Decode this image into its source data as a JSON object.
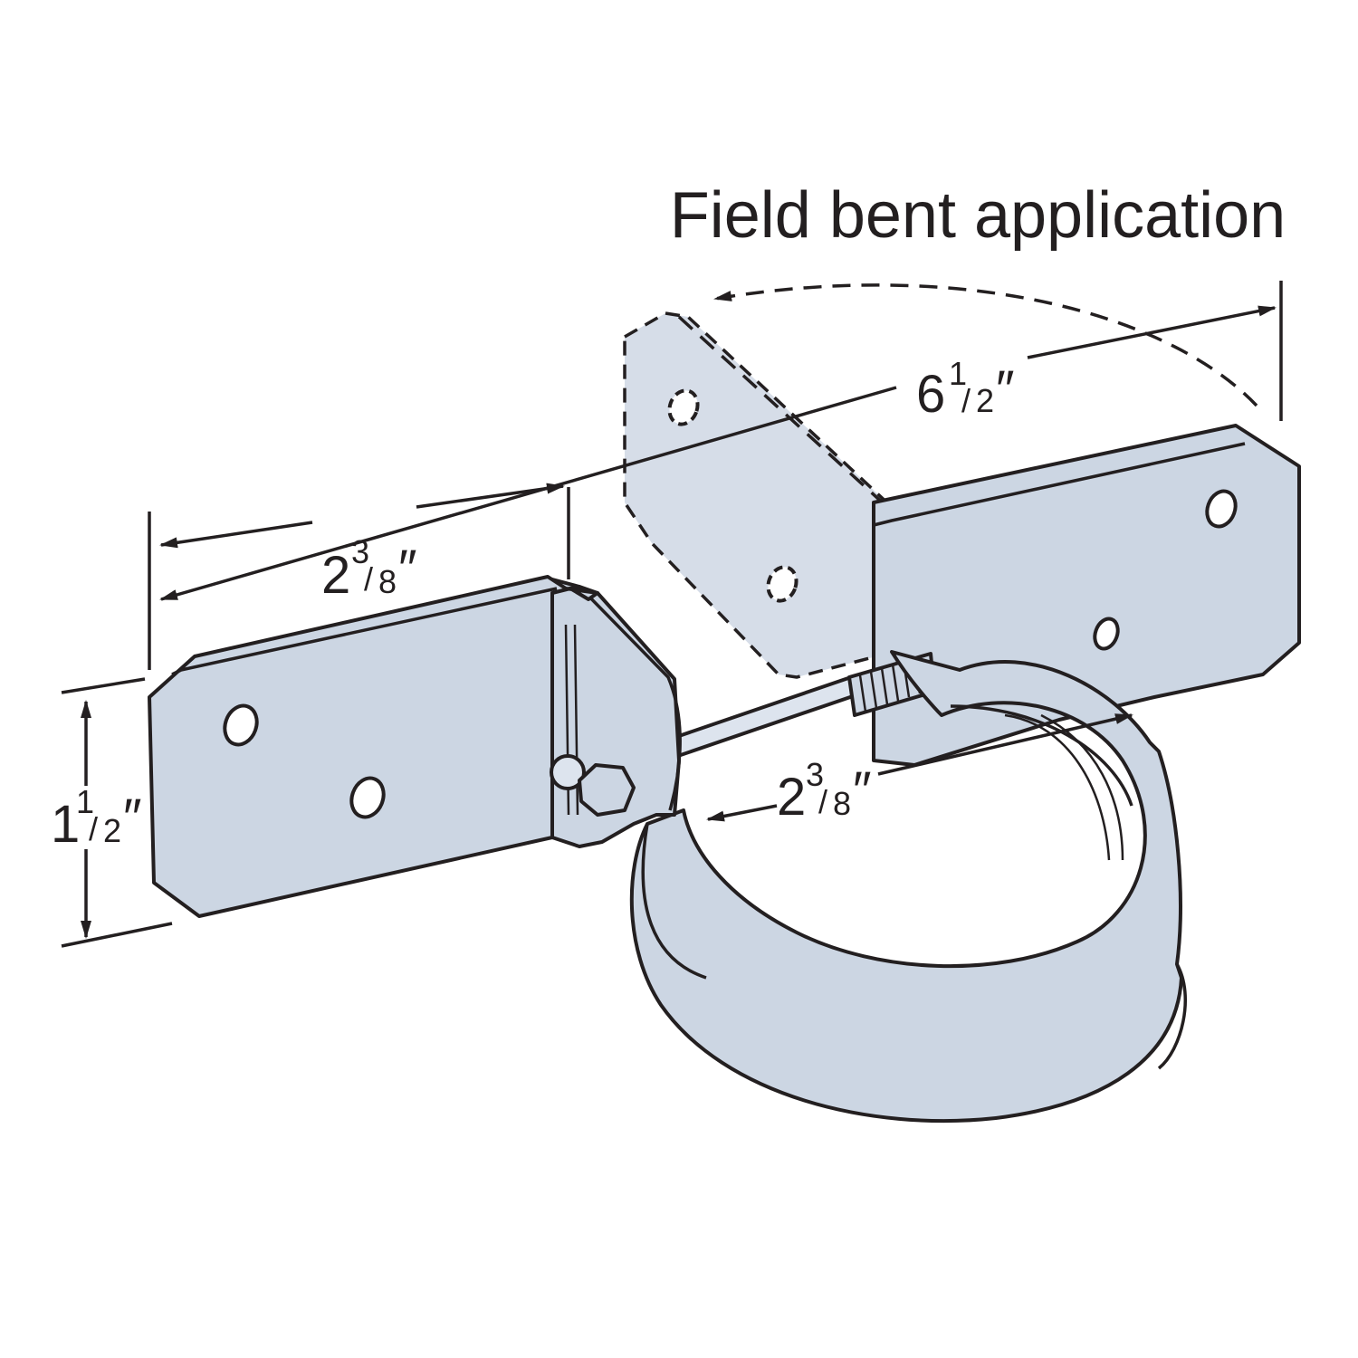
{
  "diagram": {
    "title": "Field bent application",
    "dimensions": {
      "overall_length": {
        "whole": "6",
        "num": "1",
        "den": "2",
        "unit": "″"
      },
      "flange_length": {
        "whole": "2",
        "num": "3",
        "den": "8",
        "unit": "″"
      },
      "pipe_diameter": {
        "whole": "2",
        "num": "3",
        "den": "8",
        "unit": "″"
      },
      "height": {
        "whole": "1",
        "num": "1",
        "den": "2",
        "unit": "″"
      }
    },
    "colors": {
      "metal": "#ccd6e3",
      "outline": "#231f20",
      "background": "#ffffff"
    }
  }
}
